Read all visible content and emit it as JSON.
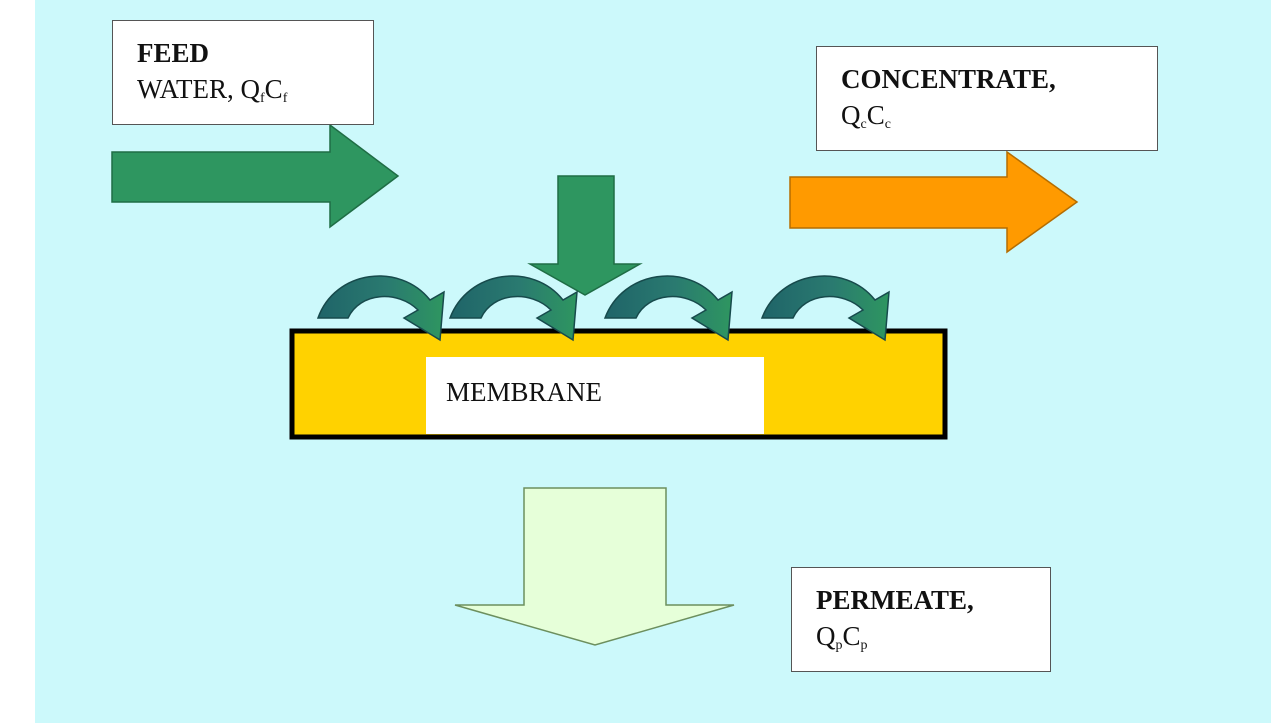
{
  "feed": {
    "line1": "FEED",
    "line2": "WATER, Q",
    "sub1": "f",
    "mid": "C",
    "sub2": "f"
  },
  "concentrate": {
    "line1": "CONCENTRATE,",
    "q": "Q",
    "sub1": "c",
    "mid": "C",
    "sub2": "c"
  },
  "membrane": {
    "label": "MEMBRANE"
  },
  "permeate": {
    "line1": "PERMEATE,",
    "q": "Q",
    "sub1": "p",
    "mid": "C",
    "sub2": "p"
  },
  "colors": {
    "background": "#ccf9fb",
    "feed_arrow": "#2e9660",
    "concentrate_arrow": "#ff9a00",
    "permeate_arrow": "#e6ffd9",
    "membrane_fill": "#ffd200",
    "curved_arrow_dark": "#1f6468",
    "curved_arrow_light": "#2e9660"
  }
}
